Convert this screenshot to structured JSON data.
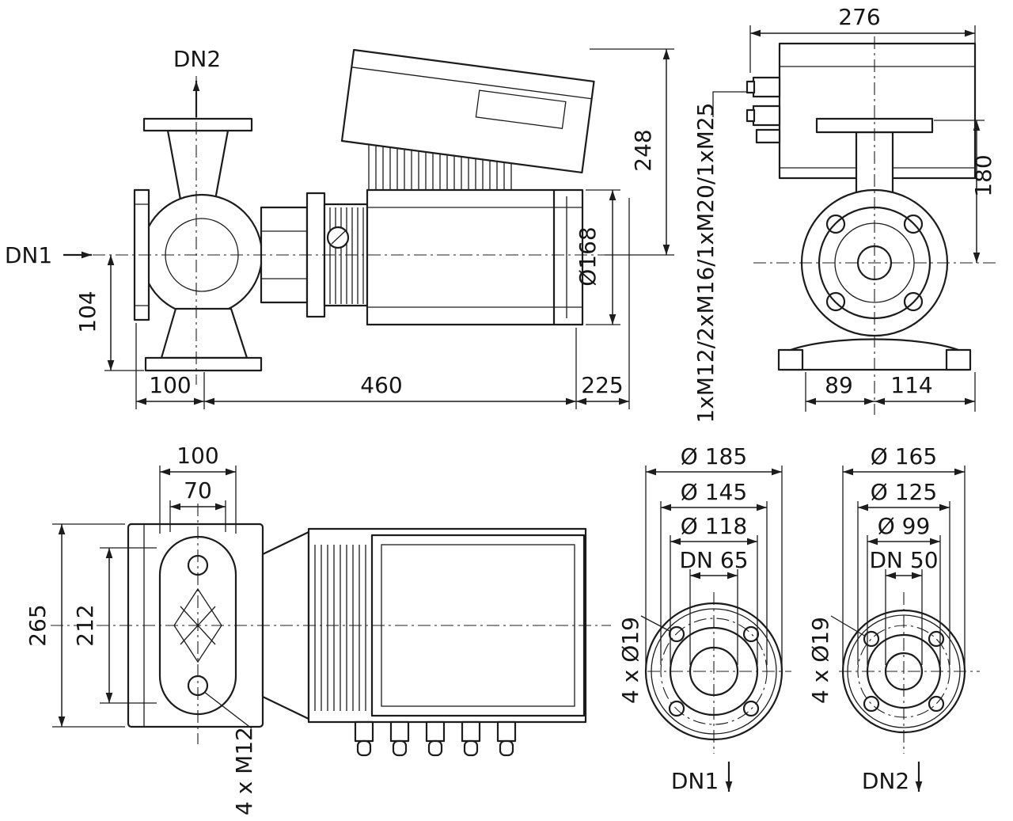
{
  "colors": {
    "line": "#1c1c1c",
    "background": "#ffffff"
  },
  "side_view": {
    "port_top": "DN2",
    "port_left": "DN1",
    "dim_height_248": "248",
    "dim_dia_168": "Ø168",
    "dim_height_104": "104",
    "dim_len_100": "100",
    "dim_len_460": "460",
    "dim_len_225": "225"
  },
  "front_view": {
    "dim_width_276": "276",
    "dim_height_180": "180",
    "dim_base_89": "89",
    "dim_base_114": "114",
    "cable_glands": "1xM12/2xM16/1xM20/1xM25"
  },
  "top_view": {
    "dim_width_100": "100",
    "dim_bolt_span_70": "70",
    "dim_len_265": "265",
    "dim_len_212": "212",
    "bolt_note": "4 x M12"
  },
  "flange_suction": {
    "dim_outer": "Ø 185",
    "dim_bolt_circle": "Ø 145",
    "dim_face": "Ø 118",
    "dim_nominal": "DN 65",
    "hole_note": "4 x Ø19",
    "port": "DN1"
  },
  "flange_discharge": {
    "dim_outer": "Ø 165",
    "dim_bolt_circle": "Ø 125",
    "dim_face": "Ø 99",
    "dim_nominal": "DN 50",
    "hole_note": "4 x Ø19",
    "port": "DN2"
  }
}
